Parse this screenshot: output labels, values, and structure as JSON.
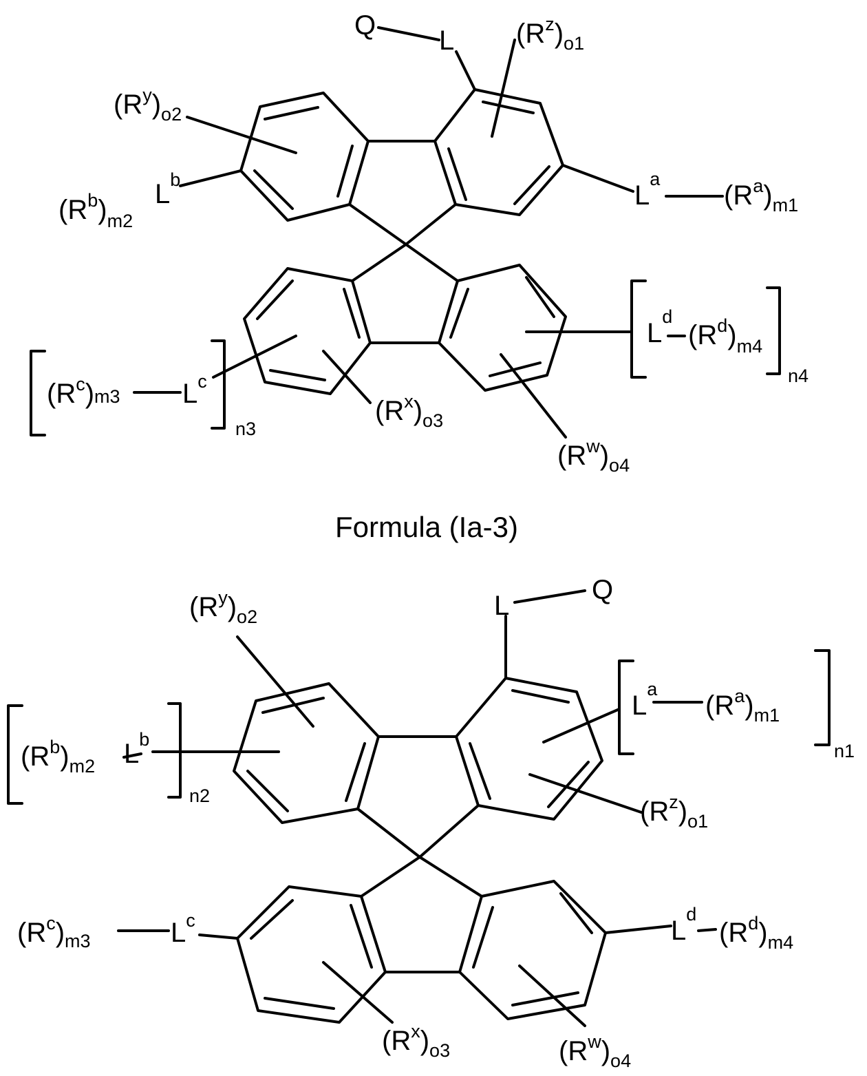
{
  "caption": "Formula (Ia-3)",
  "structure_top": {
    "Q": "Q",
    "L": "L",
    "Rz": {
      "base": "(R",
      "sup": "z",
      "close": ")",
      "sub": "o1"
    },
    "Ry": {
      "base": "(R",
      "sup": "y",
      "close": ")",
      "sub": "o2"
    },
    "Lb": {
      "base": "L",
      "sup": "b"
    },
    "Rb": {
      "base": "(R",
      "sup": "b",
      "close": ")",
      "sub": "m2"
    },
    "La": {
      "base": "L",
      "sup": "a"
    },
    "Ra": {
      "base": "(R",
      "sup": "a",
      "close": ")",
      "sub": "m1"
    },
    "Ld": {
      "base": "L",
      "sup": "d"
    },
    "Rd": {
      "base": "(R",
      "sup": "d",
      "close": ")",
      "sub": "m4"
    },
    "n4": "n4",
    "Rc": {
      "base": "(R",
      "sup": "c",
      "close": ")",
      "sub": "m3"
    },
    "Lc": {
      "base": "L",
      "sup": "c"
    },
    "n3": "n3",
    "Rx": {
      "base": "(R",
      "sup": "x",
      "close": ")",
      "sub": "o3"
    },
    "Rw": {
      "base": "(R",
      "sup": "w",
      "close": ")",
      "sub": "o4"
    }
  },
  "structure_bottom": {
    "Ry": {
      "base": "(R",
      "sup": "y",
      "close": ")",
      "sub": "o2"
    },
    "L": "L",
    "Q": "Q",
    "La": {
      "base": "L",
      "sup": "a"
    },
    "Ra": {
      "base": "(R",
      "sup": "a",
      "close": ")",
      "sub": "m1"
    },
    "n1": "n1",
    "Rb": {
      "base": "(R",
      "sup": "b",
      "close": ")",
      "sub": "m2"
    },
    "Lb": {
      "base": "L",
      "sup": "b"
    },
    "n2": "n2",
    "Rz": {
      "base": "(R",
      "sup": "z",
      "close": ")",
      "sub": "o1"
    },
    "Rc": {
      "base": "(R",
      "sup": "c",
      "close": ")",
      "sub": "m3"
    },
    "Lc": {
      "base": "L",
      "sup": "c"
    },
    "Ld": {
      "base": "L",
      "sup": "d"
    },
    "Rd": {
      "base": "(R",
      "sup": "d",
      "close": ")",
      "sub": "m4"
    },
    "Rx": {
      "base": "(R",
      "sup": "x",
      "close": ")",
      "sub": "o3"
    },
    "Rw": {
      "base": "(R",
      "sup": "w",
      "close": ")",
      "sub": "o4"
    }
  }
}
